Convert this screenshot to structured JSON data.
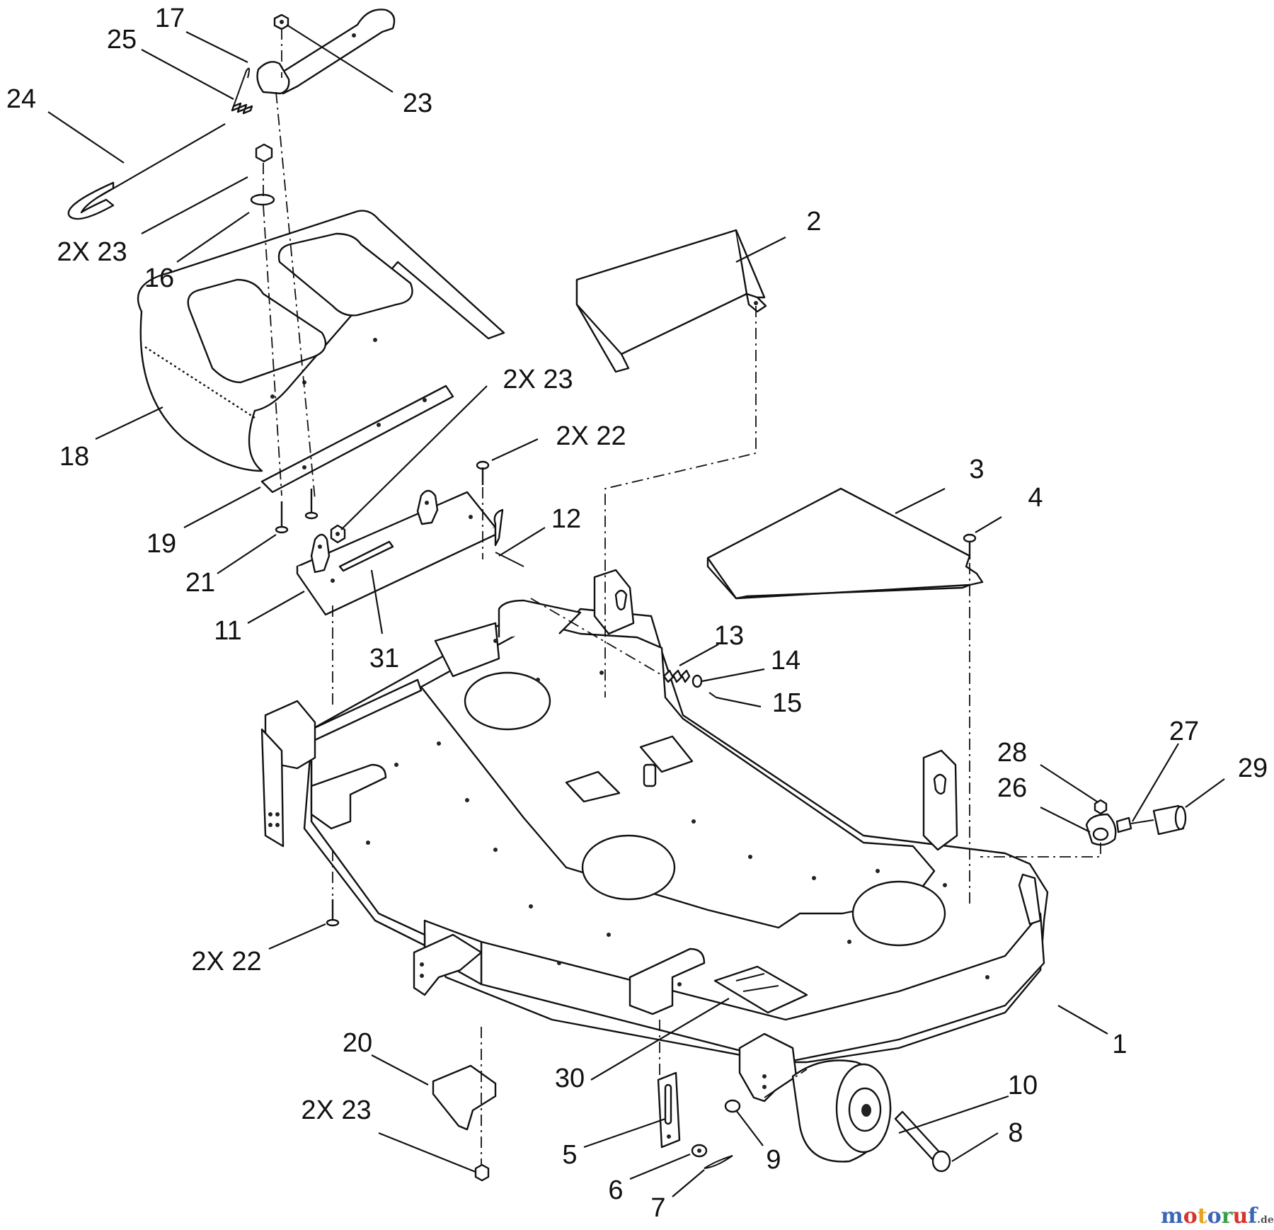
{
  "callouts": [
    {
      "label": "17"
    },
    {
      "label": "25"
    },
    {
      "label": "23"
    },
    {
      "label": "24"
    },
    {
      "label": "2X 23"
    },
    {
      "label": "16"
    },
    {
      "label": "2"
    },
    {
      "label": "18"
    },
    {
      "label": "2X 23"
    },
    {
      "label": "2X 22"
    },
    {
      "label": "3"
    },
    {
      "label": "4"
    },
    {
      "label": "12"
    },
    {
      "label": "19"
    },
    {
      "label": "21"
    },
    {
      "label": "11"
    },
    {
      "label": "31"
    },
    {
      "label": "13"
    },
    {
      "label": "14"
    },
    {
      "label": "15"
    },
    {
      "label": "27"
    },
    {
      "label": "28"
    },
    {
      "label": "29"
    },
    {
      "label": "26"
    },
    {
      "label": "2X 22"
    },
    {
      "label": "1"
    },
    {
      "label": "20"
    },
    {
      "label": "30"
    },
    {
      "label": "10"
    },
    {
      "label": "2X 23"
    },
    {
      "label": "8"
    },
    {
      "label": "5"
    },
    {
      "label": "9"
    },
    {
      "label": "6"
    },
    {
      "label": "7"
    }
  ],
  "watermark": {
    "letters": [
      "m",
      "o",
      "t",
      "o",
      "r",
      "u",
      "f"
    ],
    "colors": [
      "#3a66b5",
      "#d9332b",
      "#e9a21f",
      "#3a66b5",
      "#3aa04a",
      "#d9332b",
      "#3a66b5"
    ],
    "suffix": ".de"
  }
}
